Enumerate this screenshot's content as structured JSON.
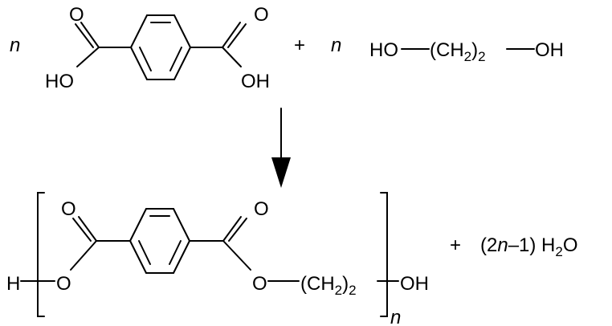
{
  "reactants": {
    "coef_1": "n",
    "acid": {
      "oh_left": "HO",
      "oh_right": "OH",
      "o_left": "O",
      "o_right": "O"
    },
    "plus": "+",
    "coef_2": "n",
    "glycol": {
      "ho": "HO",
      "paren_open": "(CH",
      "sub": "2",
      "paren_close": ")",
      "repeat": "2",
      "oh": "OH"
    }
  },
  "product": {
    "h": "H",
    "o_ester_left": "O",
    "o_carbonyl_left": "O",
    "o_carbonyl_right": "O",
    "o_ester_right": "O",
    "chain_open": "(CH",
    "chain_sub": "2",
    "chain_close": ")",
    "chain_repeat": "2",
    "end_oh": "OH",
    "repeat_n": "n"
  },
  "byproduct": {
    "plus": "+",
    "coef_prefix": "(2",
    "coef_n": "n",
    "coef_suffix": "–1) H",
    "water_sub": "2",
    "water_o": "O"
  }
}
